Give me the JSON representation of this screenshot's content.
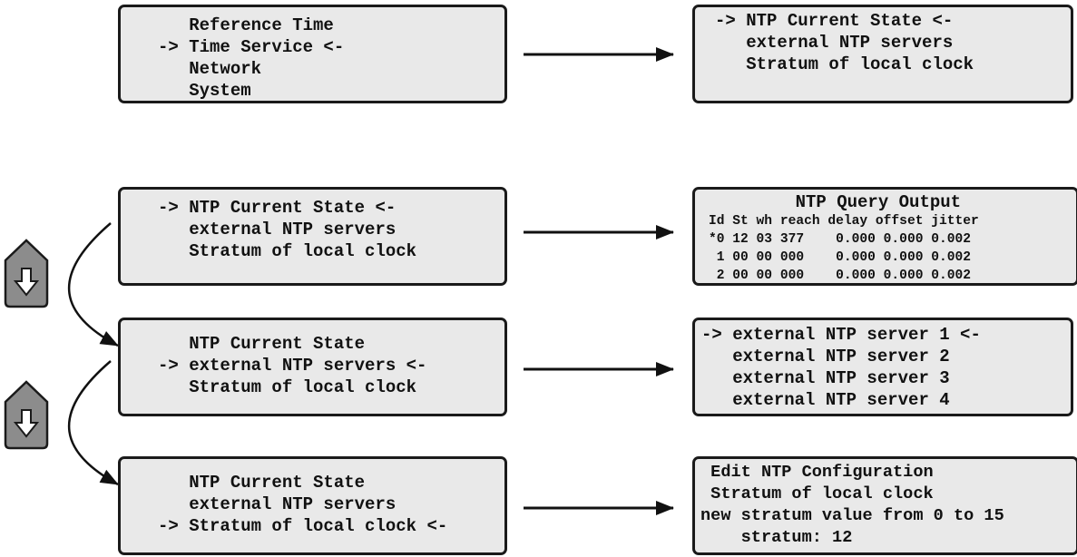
{
  "screens": {
    "main_menu": {
      "lines": [
        "   Reference Time",
        "-> Time Service <-",
        "   Network",
        "   System"
      ]
    },
    "time_service_menu": {
      "lines": [
        "-> NTP Current State <-",
        "   external NTP servers",
        "   Stratum of local clock"
      ]
    },
    "ntp_state_selected": {
      "lines": [
        "-> NTP Current State <-",
        "   external NTP servers",
        "   Stratum of local clock"
      ]
    },
    "ntp_query_output": {
      "lines": [
        "         NTP Query Output",
        "Id St wh reach delay offset jitter",
        "*0 12 03 377    0.000 0.000 0.002",
        " 1 00 00 000    0.000 0.000 0.002",
        " 2 00 00 000    0.000 0.000 0.002"
      ]
    },
    "servers_selected": {
      "lines": [
        "   NTP Current State",
        "-> external NTP servers <-",
        "   Stratum of local clock"
      ]
    },
    "server_list": {
      "lines": [
        "-> external NTP server 1 <-",
        "   external NTP server 2",
        "   external NTP server 3",
        "   external NTP server 4"
      ]
    },
    "stratum_selected": {
      "lines": [
        "   NTP Current State",
        "   external NTP servers",
        "-> Stratum of local clock <-"
      ]
    },
    "edit_stratum": {
      "lines": [
        " Edit NTP Configuration",
        " Stratum of local clock",
        "new stratum value from 0 to 15",
        "    stratum: 12"
      ]
    }
  },
  "colors": {
    "lcd_background": "#e9e9e9",
    "border": "#1a1a1a",
    "text": "#111111",
    "down_key_fill": "#8c8c8c"
  },
  "icons": {
    "down_key": "down-arrow-key-icon"
  }
}
